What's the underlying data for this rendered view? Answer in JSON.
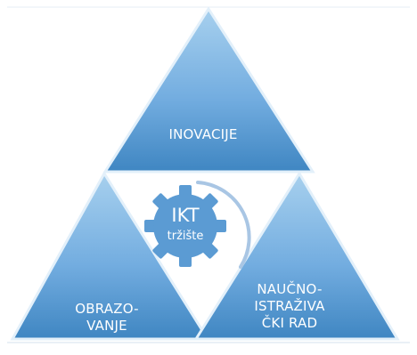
{
  "nodes": {
    "top": {
      "label": "INOVACIJE"
    },
    "left": {
      "label": "OBRAZO-\nVANJE"
    },
    "right": {
      "label": "NAUČNO-\nISTRAŽIVA\nČKI RAD"
    }
  },
  "center": {
    "title": "IKT",
    "subtitle": "tržište"
  },
  "colors": {
    "triangle_light": "#9dc9ea",
    "triangle_dark": "#4a8fc8",
    "gear": "#5b9bd3",
    "arc": "#a9c6e4",
    "frame": "#c8d8e8"
  },
  "icons": {
    "center_gear": "gear-icon"
  }
}
